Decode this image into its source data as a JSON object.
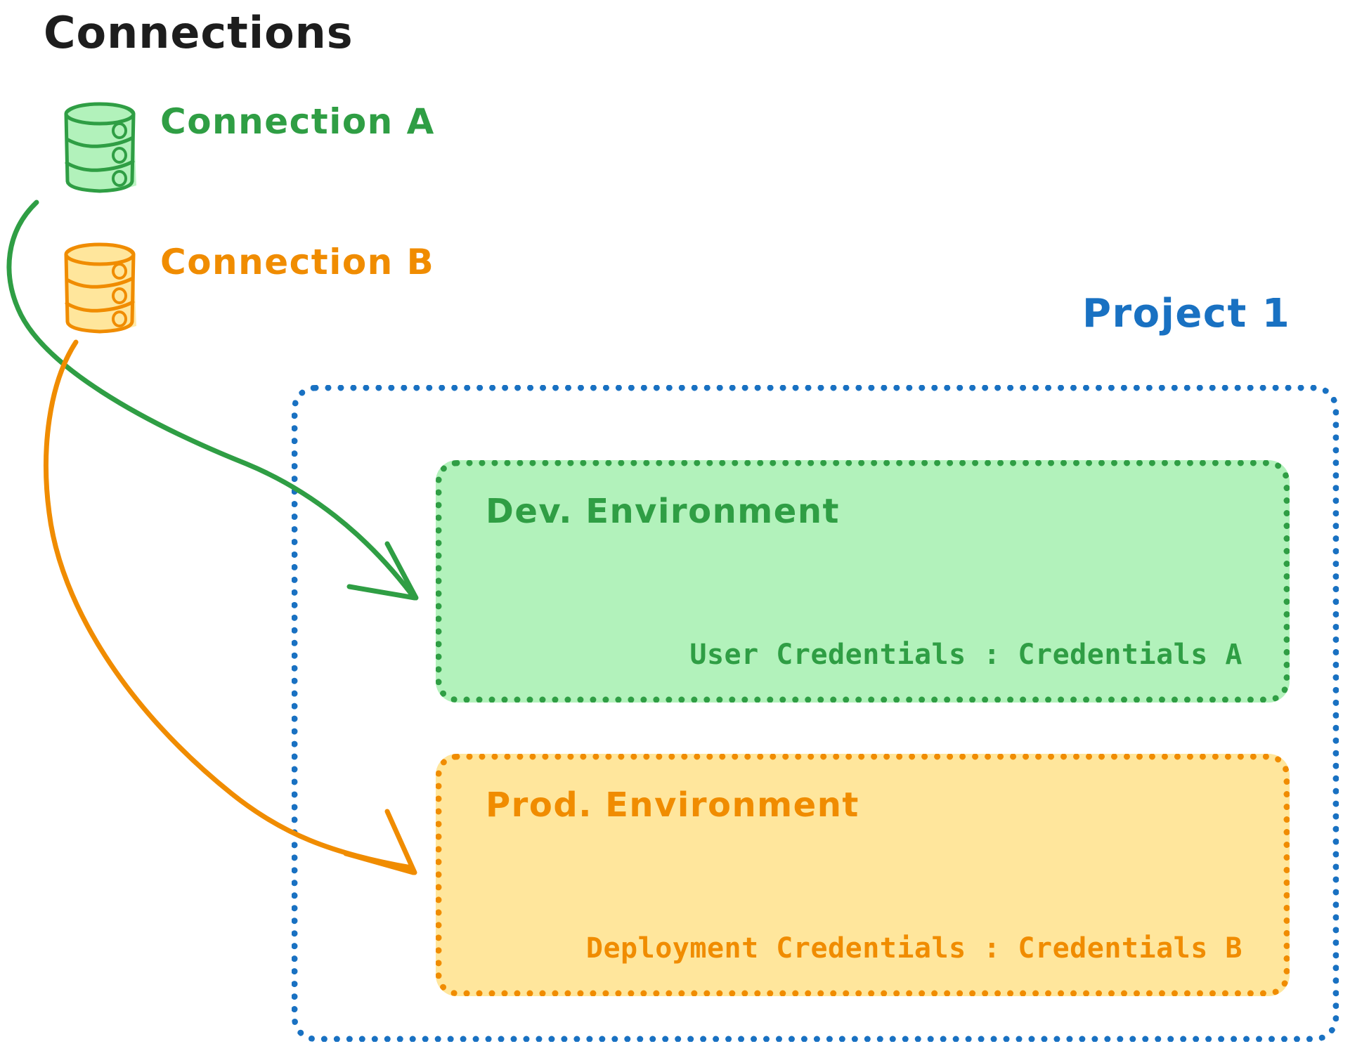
{
  "diagram": {
    "type": "architecture-diagram",
    "title": "Connections"
  },
  "connections_panel": {
    "heading": "Connections",
    "items": [
      {
        "id": "connection-a",
        "label": "Connection A",
        "icon": "database-cylinder-icon",
        "color": "#2f9e44",
        "fill": "#b2f2bb",
        "targets_environment": "Dev. Environment"
      },
      {
        "id": "connection-b",
        "label": "Connection B",
        "icon": "database-cylinder-icon",
        "color": "#f08c00",
        "fill": "#ffe69c",
        "targets_environment": "Prod. Environment"
      }
    ]
  },
  "project": {
    "label": "Project 1",
    "color": "#1971c2",
    "border_style": "dotted",
    "environments": [
      {
        "id": "dev-environment",
        "title": "Dev. Environment",
        "credentials_label": "User Credentials",
        "credentials_separator": ":",
        "credentials_value": "Credentials A",
        "credentials_line": "User Credentials : Credentials A",
        "color": "#2f9e44",
        "fill": "#b2f2bb",
        "border_style": "dotted"
      },
      {
        "id": "prod-environment",
        "title": "Prod. Environment",
        "credentials_label": "Deployment Credentials",
        "credentials_separator": ":",
        "credentials_value": "Credentials B",
        "credentials_line": "Deployment Credentials : Credentials B",
        "color": "#f08c00",
        "fill": "#ffe69c",
        "border_style": "dotted"
      }
    ]
  },
  "arrows": [
    {
      "id": "arrow-connection-a-to-dev",
      "from": "Connection A",
      "to": "Dev. Environment",
      "color": "#2f9e44"
    },
    {
      "id": "arrow-connection-b-to-prod",
      "from": "Connection B",
      "to": "Prod. Environment",
      "color": "#f08c00"
    }
  ],
  "palette": {
    "green_stroke": "#2f9e44",
    "green_fill": "#b2f2bb",
    "orange_stroke": "#f08c00",
    "orange_fill": "#ffe69c",
    "blue_stroke": "#1971c2",
    "text_dark": "#1d1d1d",
    "background": "#ffffff"
  }
}
